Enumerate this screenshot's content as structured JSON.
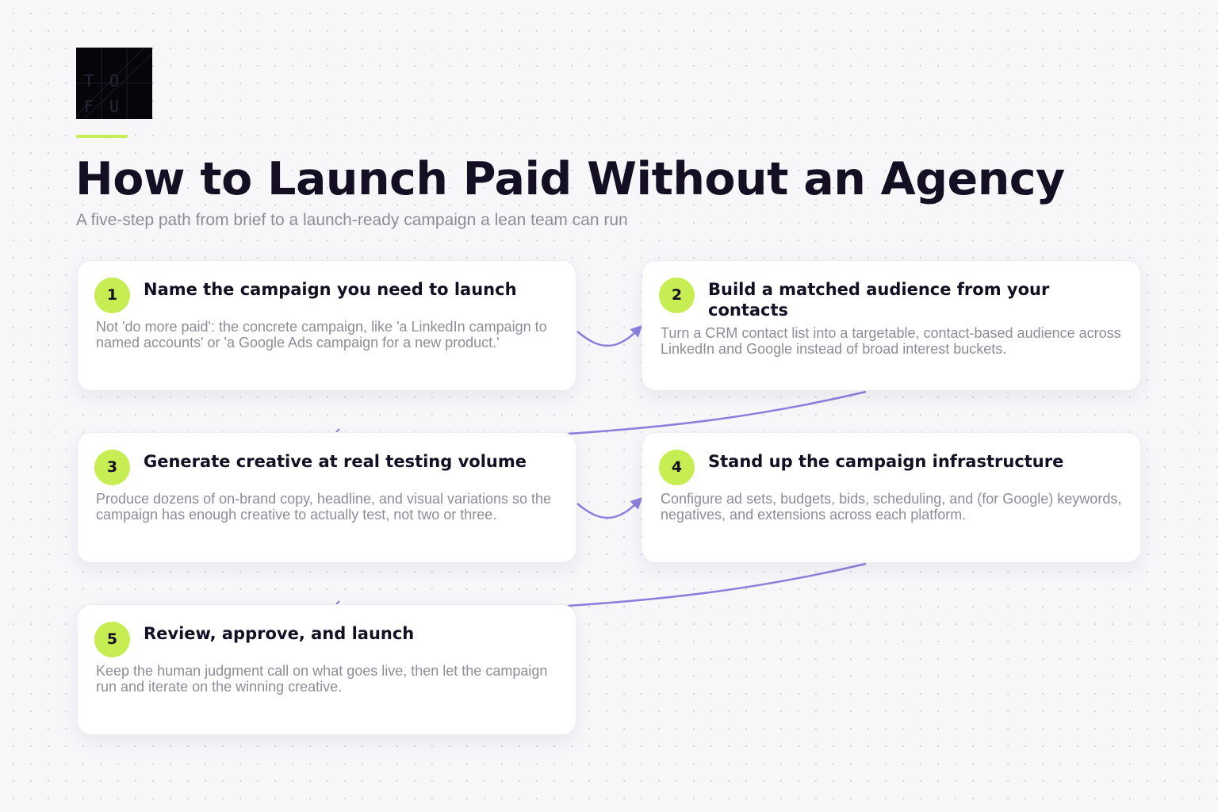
{
  "logo": {
    "name": "TOFU",
    "letters": [
      "T",
      "O",
      "F",
      "U"
    ],
    "background": "#06050a"
  },
  "title": "How to Launch Paid Without an Agency",
  "subtitle": "A five-step path from brief to a launch-ready campaign a lean team can run",
  "colors": {
    "accent": "#c6ee52",
    "connector": "#8b7fdc",
    "title_text": "#140f22",
    "muted_text": "#8e8c97"
  },
  "steps": [
    {
      "number": "1",
      "title": "Name the campaign you need to launch",
      "description": "Not 'do more paid': the concrete campaign, like 'a LinkedIn campaign to named accounts' or 'a Google Ads campaign for a new product.'"
    },
    {
      "number": "2",
      "title": "Build a matched audience from your contacts",
      "description": "Turn a CRM contact list into a targetable, contact-based audience across LinkedIn and Google instead of broad interest buckets."
    },
    {
      "number": "3",
      "title": "Generate creative at real testing volume",
      "description": "Produce dozens of on-brand copy, headline, and visual variations so the campaign has enough creative to actually test, not two or three."
    },
    {
      "number": "4",
      "title": "Stand up the campaign infrastructure",
      "description": "Configure ad sets, budgets, bids, scheduling, and (for Google) keywords, negatives, and extensions across each platform."
    },
    {
      "number": "5",
      "title": "Review, approve, and launch",
      "description": "Keep the human judgment call on what goes live, then let the campaign run and iterate on the winning creative."
    }
  ]
}
